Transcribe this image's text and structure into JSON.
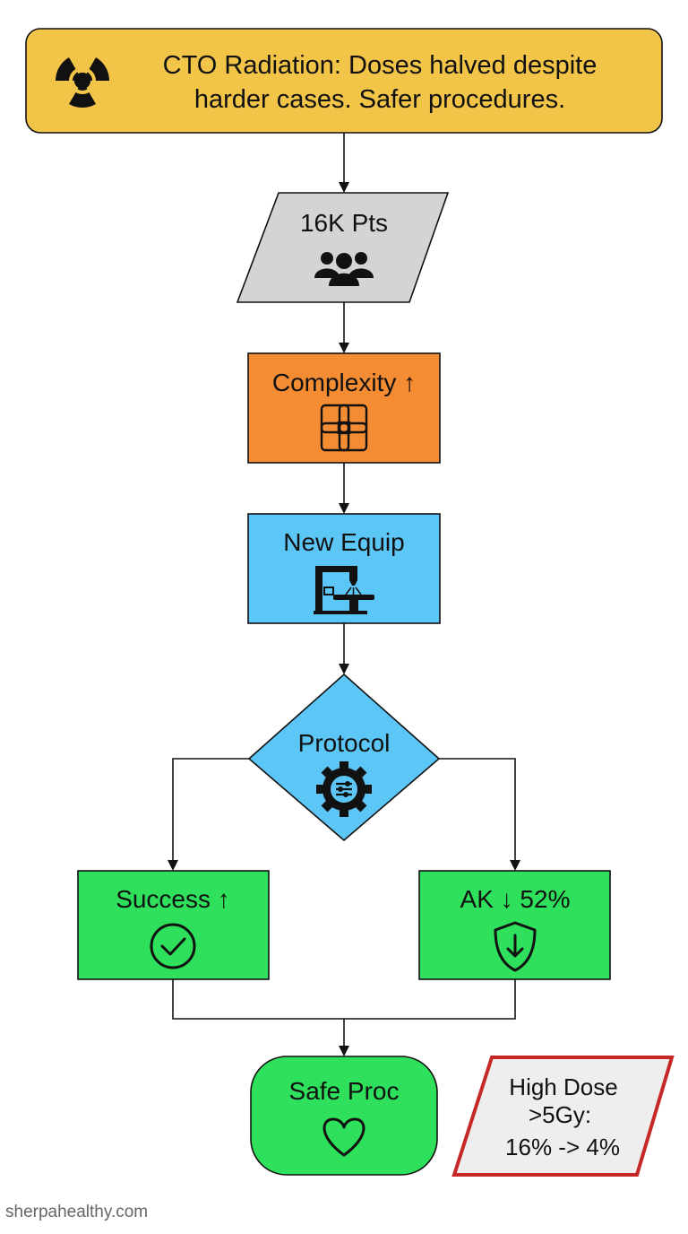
{
  "header": {
    "line1": "CTO Radiation: Doses halved despite",
    "line2": "harder cases. Safer procedures.",
    "icon": "radiation-icon",
    "color": "#f2c548"
  },
  "nodes": {
    "patients": {
      "label": "16K Pts",
      "icon": "users-icon",
      "color": "#d3d4d6"
    },
    "complexity": {
      "label": "Complexity ↑",
      "icon": "interlocking-squares-icon",
      "color": "#f48c33"
    },
    "equipment": {
      "label": "New Equip",
      "icon": "imaging-machine-icon",
      "color": "#5cc6f7"
    },
    "protocol": {
      "label": "Protocol",
      "icon": "gear-sliders-icon",
      "color": "#5cc6f7"
    },
    "success": {
      "label": "Success ↑",
      "icon": "check-circle-icon",
      "color": "#2ee05c"
    },
    "ak": {
      "label": "AK ↓ 52%",
      "icon": "shield-down-icon",
      "color": "#2ee05c"
    },
    "safe": {
      "label": "Safe Proc",
      "icon": "heart-icon",
      "color": "#2ee05c"
    }
  },
  "callout": {
    "line1": "High Dose",
    "line2": ">5Gy:",
    "line3": "16% -> 4%",
    "border_color": "#c62828",
    "fill_color": "#eeeeee"
  },
  "watermark": "sherpahealthy.com"
}
